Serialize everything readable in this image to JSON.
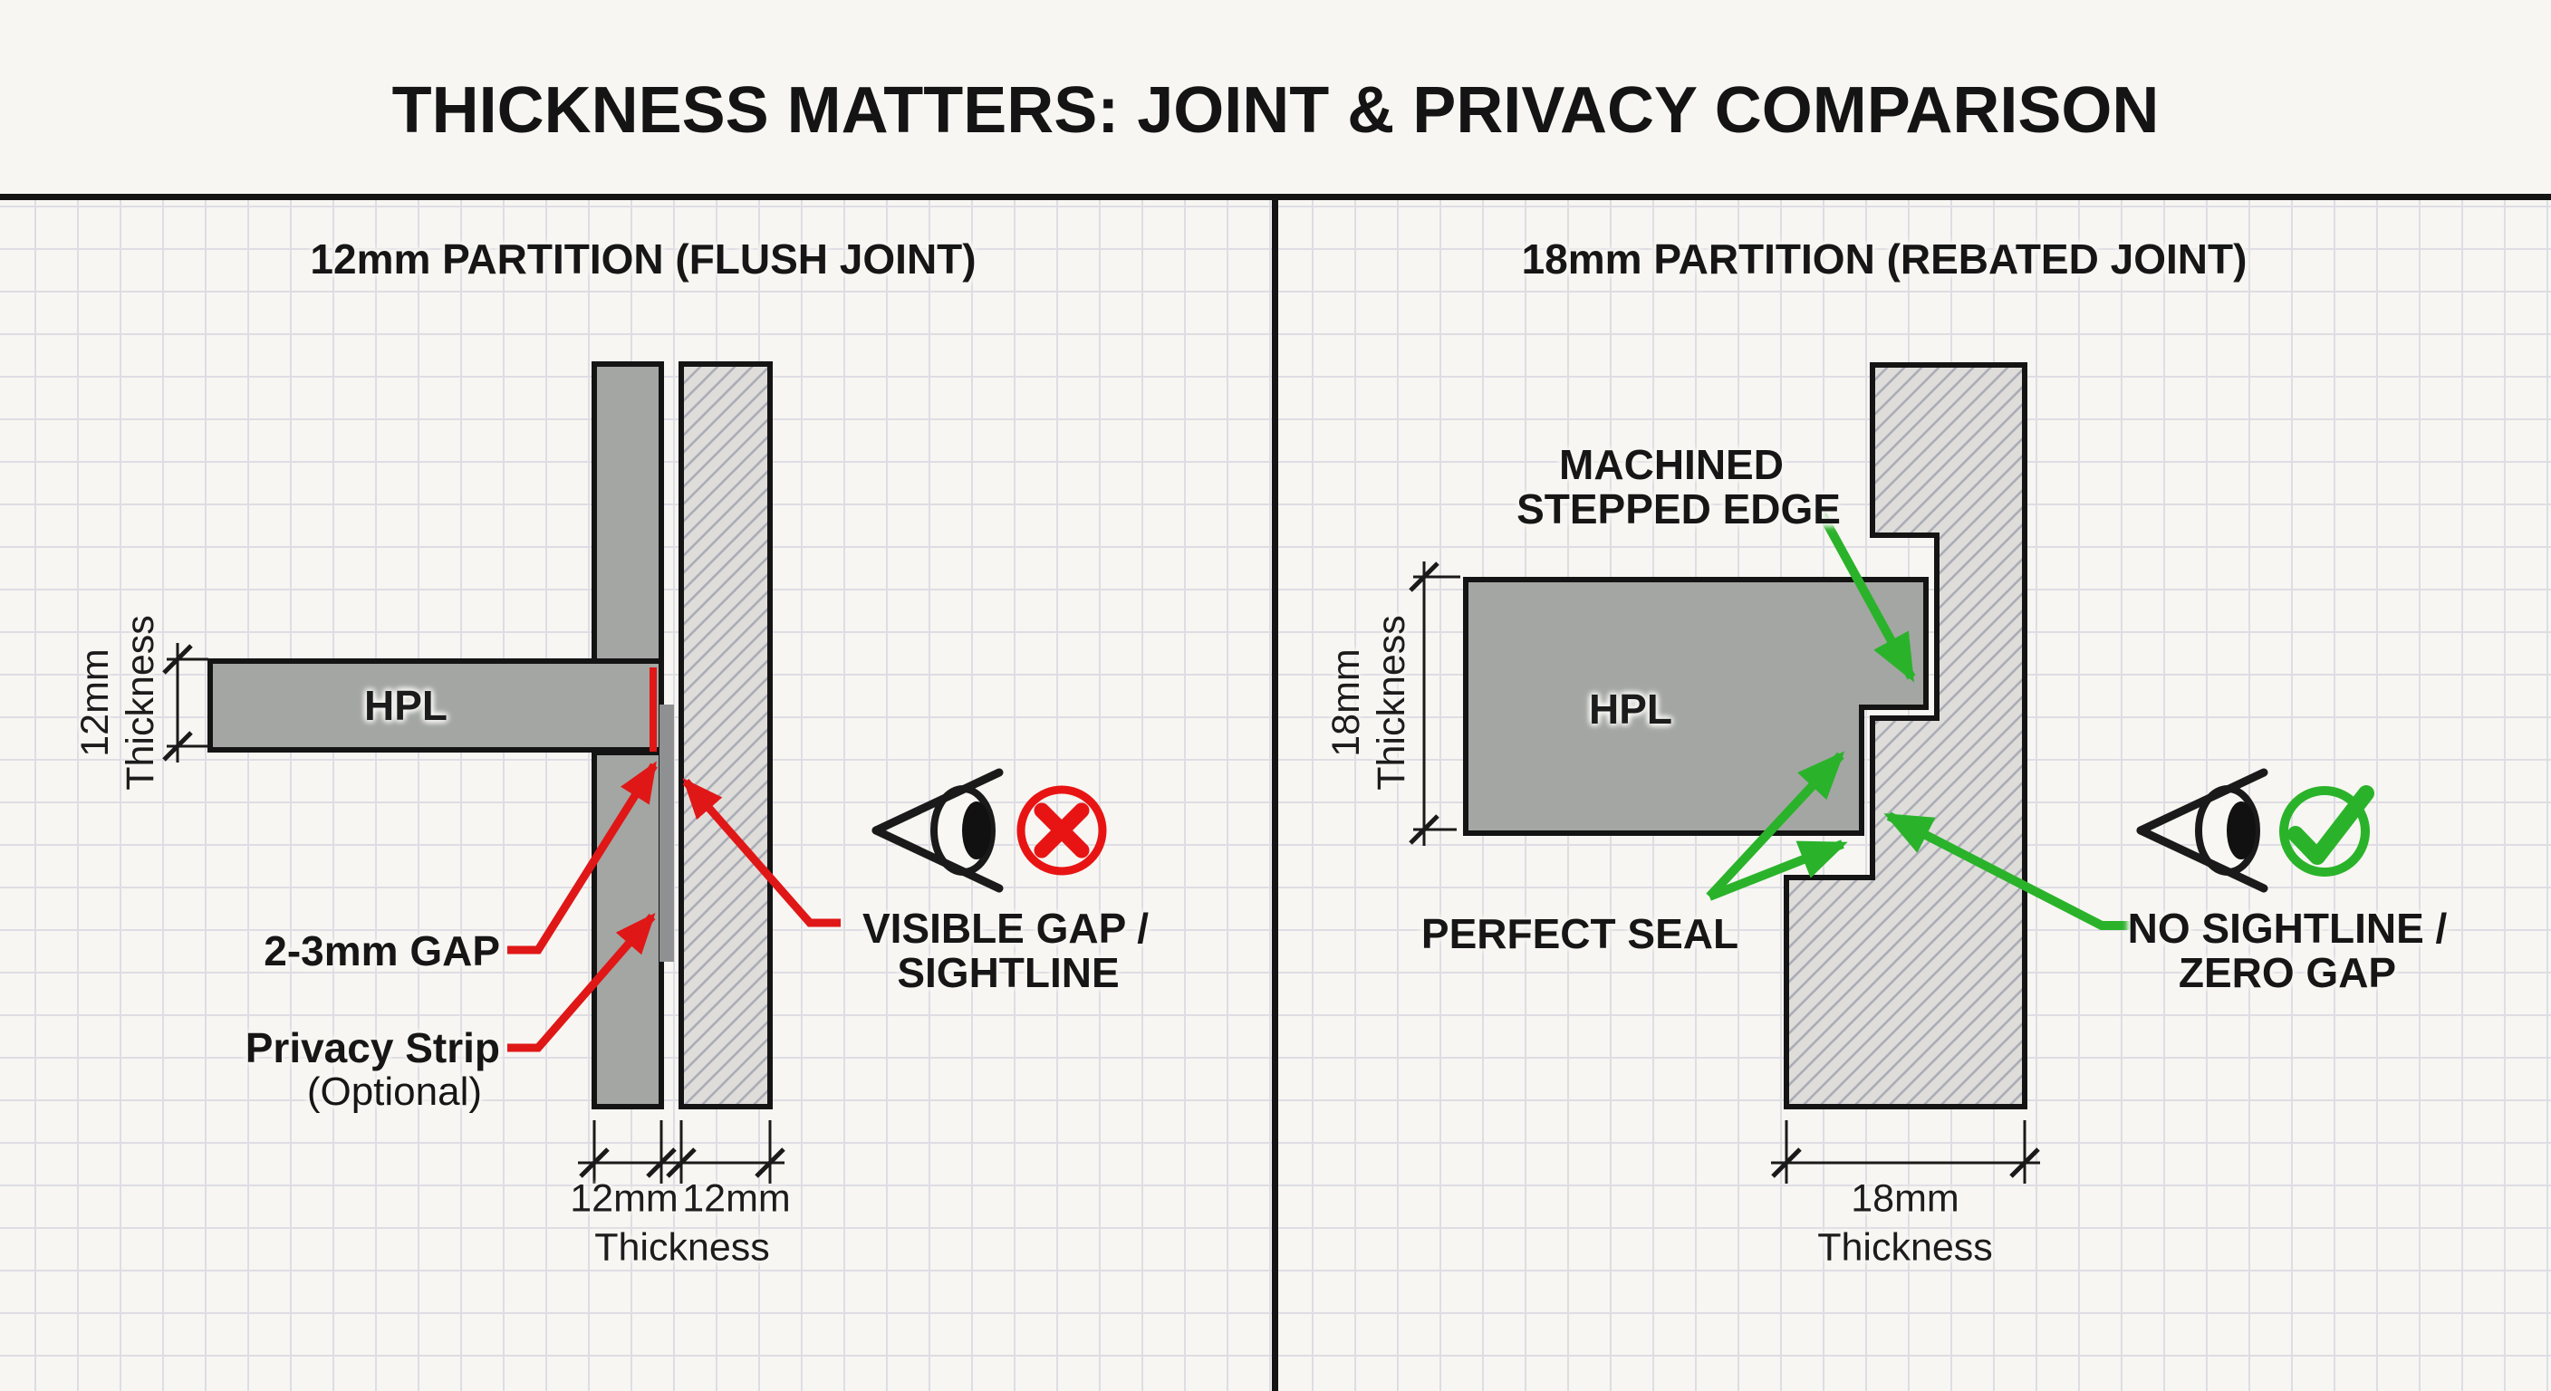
{
  "title": "THICKNESS MATTERS: JOINT & PRIVACY COMPARISON",
  "colors": {
    "ink": "#141414",
    "panel_gray": "#a3a6a3",
    "privacy_strip_gray": "#8e9092",
    "hatch_fill": "#deddda",
    "hatch_line": "#abadb6",
    "alert_red": "#e01717",
    "ok_green": "#2ab32a"
  },
  "left": {
    "heading": "12mm PARTITION (FLUSH JOINT)",
    "hpl_label": "HPL",
    "side_dim": {
      "line1": "12mm",
      "line2": "Thickness"
    },
    "gap_label": "2-3mm GAP",
    "privacy_label": "Privacy Strip",
    "privacy_note": "(Optional)",
    "verdict_line1": "VISIBLE GAP /",
    "verdict_line2": "SIGHTLINE",
    "bottom_dim_left": "12mm",
    "bottom_dim_right": "12mm",
    "bottom_dim_caption": "Thickness"
  },
  "right": {
    "heading": "18mm PARTITION (REBATED JOINT)",
    "hpl_label": "HPL",
    "side_dim": {
      "line1": "18mm",
      "line2": "Thickness"
    },
    "step_label_line1": "MACHINED",
    "step_label_line2": "STEPPED EDGE",
    "seal_label": "PERFECT SEAL",
    "verdict_line1": "NO SIGHTLINE /",
    "verdict_line2": "ZERO GAP",
    "bottom_dim": "18mm",
    "bottom_dim_caption": "Thickness"
  }
}
